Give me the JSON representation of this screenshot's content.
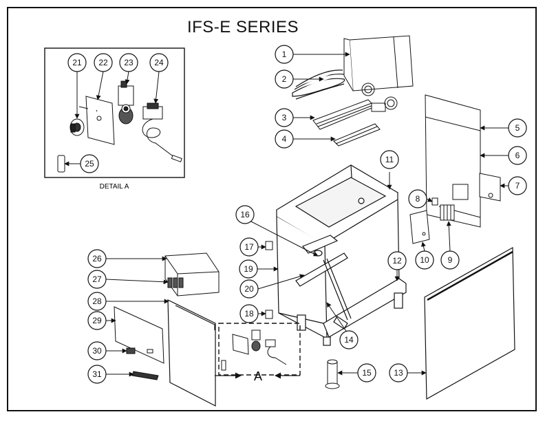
{
  "title": "IFS-E SERIES",
  "detail_label": "DETAIL A",
  "detail_marker": "A",
  "callouts": [
    "1",
    "2",
    "3",
    "4",
    "5",
    "6",
    "7",
    "8",
    "9",
    "10",
    "11",
    "12",
    "13",
    "14",
    "15",
    "16",
    "17",
    "18",
    "19",
    "20",
    "21",
    "22",
    "23",
    "24",
    "25",
    "26",
    "27",
    "28",
    "29",
    "30",
    "31"
  ]
}
